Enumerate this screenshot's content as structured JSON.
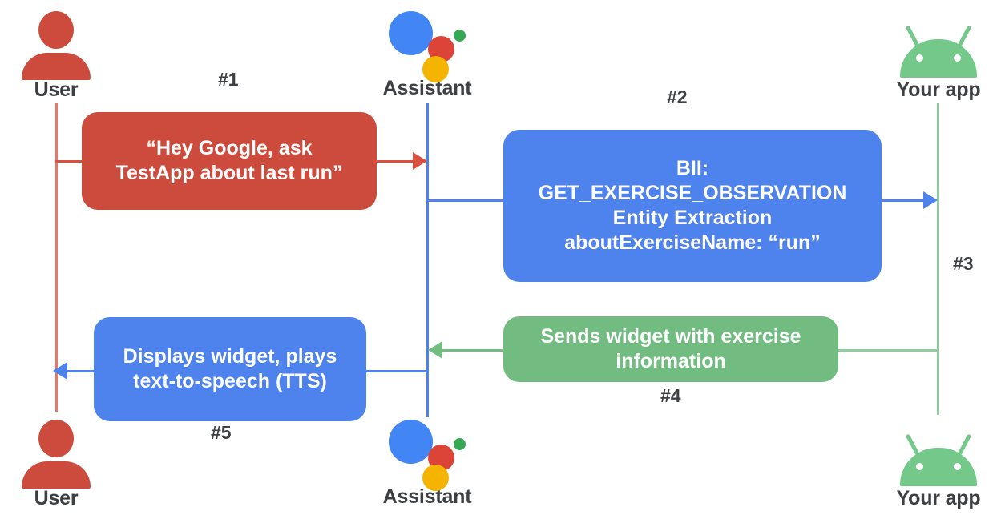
{
  "diagram": {
    "title": "Google Assistant App Actions sequence diagram",
    "colors": {
      "red": "#CC4B3C",
      "blue": "#4E82EC",
      "green": "#72BC82",
      "light_green": "#8ECE9E",
      "light_red": "#E8776A",
      "text_dark": "#3c4043",
      "assistant_blue": "#4285F4",
      "assistant_red": "#DB4437",
      "assistant_green": "#34A853",
      "assistant_yellow": "#F4B400",
      "android_green": "#74C98A"
    }
  },
  "actors": {
    "top": [
      {
        "id": "user",
        "label": "User",
        "icon": "user-icon"
      },
      {
        "id": "assistant",
        "label": "Assistant",
        "icon": "google-assistant-icon"
      },
      {
        "id": "app",
        "label": "Your app",
        "icon": "android-icon"
      }
    ],
    "bottom": [
      {
        "id": "user",
        "label": "User",
        "icon": "user-icon"
      },
      {
        "id": "assistant",
        "label": "Assistant",
        "icon": "google-assistant-icon"
      },
      {
        "id": "app",
        "label": "Your app",
        "icon": "android-icon"
      }
    ]
  },
  "steps": [
    {
      "number": "#1",
      "color": "red",
      "from": "user",
      "to": "assistant"
    },
    {
      "number": "#2",
      "color": "blue",
      "from": "assistant",
      "to": "app"
    },
    {
      "number": "#3",
      "color": "green",
      "from": "app",
      "to": "app"
    },
    {
      "number": "#4",
      "color": "green",
      "from": "app",
      "to": "assistant"
    },
    {
      "number": "#5",
      "color": "blue",
      "from": "assistant",
      "to": "user"
    }
  ],
  "messages": {
    "step1": {
      "step": "#1",
      "lines": [
        "“Hey Google, ask",
        "TestApp about last run”"
      ]
    },
    "step2": {
      "step": "#2",
      "lines": [
        "BII:",
        "GET_EXERCISE_OBSERVATION",
        "Entity Extraction",
        "aboutExerciseName: “run”"
      ]
    },
    "step3": {
      "step": "#3",
      "lines": []
    },
    "step4": {
      "step": "#4",
      "lines": [
        "Sends widget with exercise",
        "information"
      ]
    },
    "step5": {
      "step": "#5",
      "lines": [
        "Displays widget, plays",
        "text-to-speech (TTS)"
      ]
    }
  }
}
